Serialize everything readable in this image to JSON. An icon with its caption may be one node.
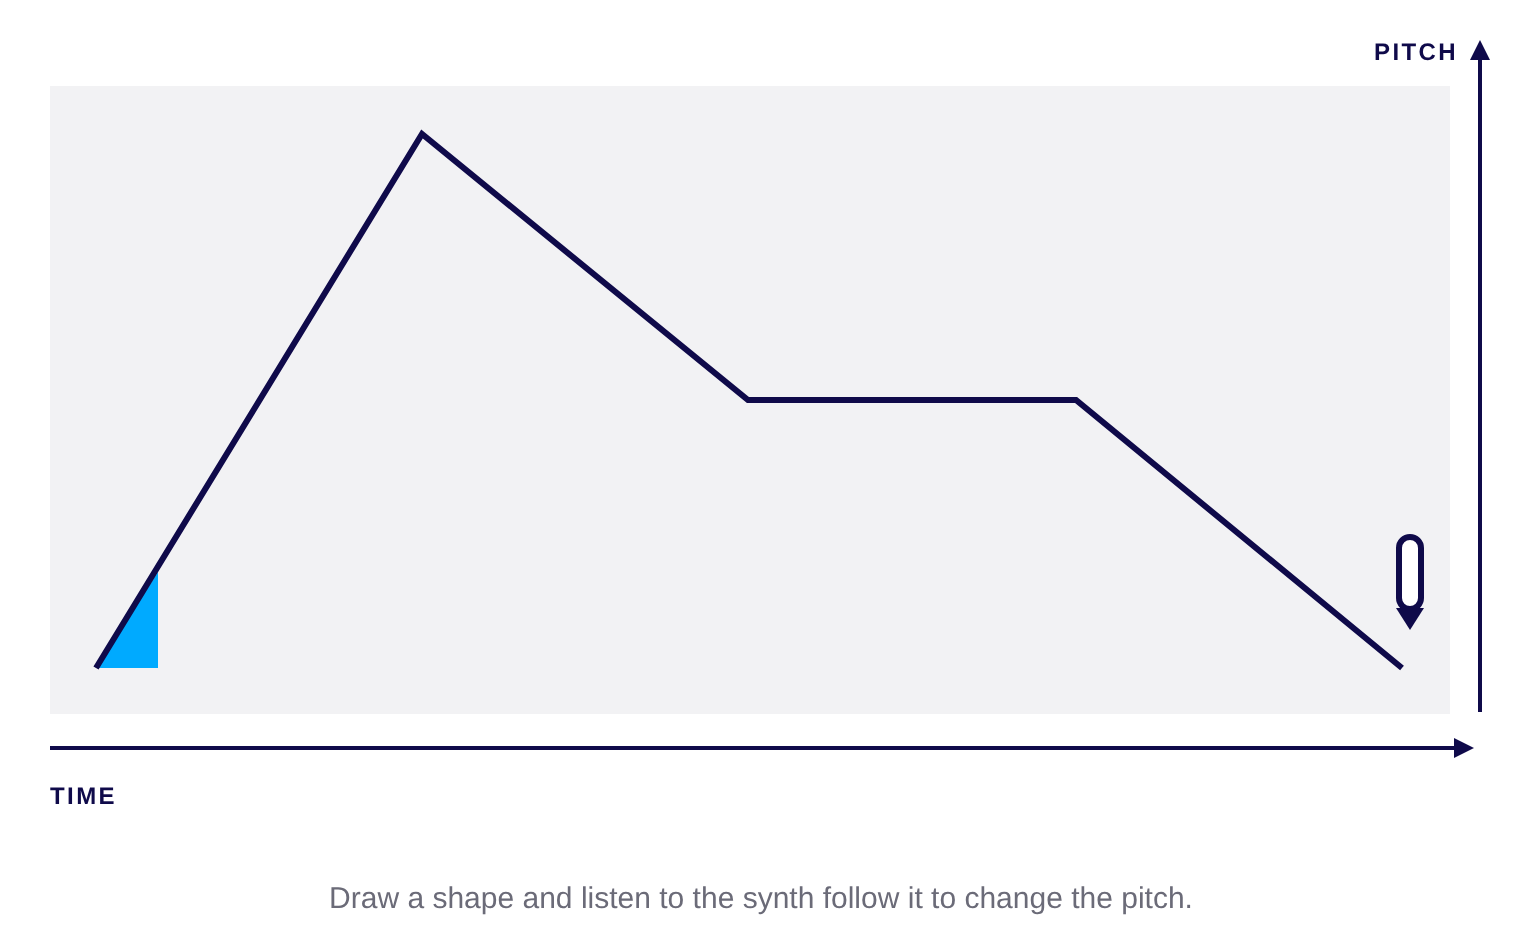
{
  "diagram": {
    "labels": [
      "PITCH",
      "TIME"
    ],
    "caption": "Draw a shape and listen to the synth follow it to change the pitch."
  }
}
